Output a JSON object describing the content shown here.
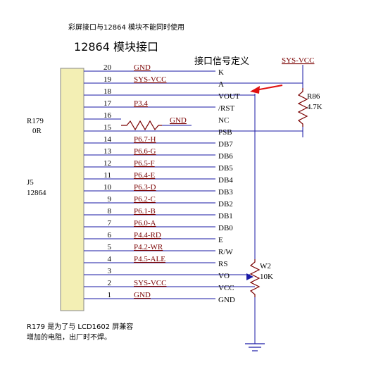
{
  "header": {
    "note": "彩屏接口与12864 模块不能同时使用",
    "title": "12864 模块接口",
    "interface_title": "接口信号定义"
  },
  "connector": {
    "ref": "J5",
    "value": "12864",
    "pins": [
      {
        "num": "20",
        "net": "GND",
        "signal": "K"
      },
      {
        "num": "19",
        "net": "SYS-VCC",
        "signal": "A"
      },
      {
        "num": "18",
        "net": "",
        "signal": "VOUT"
      },
      {
        "num": "17",
        "net": "P3.4",
        "signal": "/RST"
      },
      {
        "num": "16",
        "net": "",
        "signal": "NC"
      },
      {
        "num": "15",
        "net": "",
        "signal": "PSB"
      },
      {
        "num": "14",
        "net": "P6.7-H",
        "signal": "DB7"
      },
      {
        "num": "13",
        "net": "P6.6-G",
        "signal": "DB6"
      },
      {
        "num": "12",
        "net": "P6.5-F",
        "signal": "DB5"
      },
      {
        "num": "11",
        "net": "P6.4-E",
        "signal": "DB4"
      },
      {
        "num": "10",
        "net": "P6.3-D",
        "signal": "DB3"
      },
      {
        "num": "9",
        "net": "P6.2-C",
        "signal": "DB2"
      },
      {
        "num": "8",
        "net": "P6.1-B",
        "signal": "DB1"
      },
      {
        "num": "7",
        "net": "P6.0-A",
        "signal": "DB0"
      },
      {
        "num": "6",
        "net": "P4.4-RD",
        "signal": "E"
      },
      {
        "num": "5",
        "net": "P4.2-WR",
        "signal": "R/W"
      },
      {
        "num": "4",
        "net": "P4.5-ALE",
        "signal": "RS"
      },
      {
        "num": "3",
        "net": "",
        "signal": "VO"
      },
      {
        "num": "2",
        "net": "SYS-VCC",
        "signal": "VCC"
      },
      {
        "num": "1",
        "net": "GND",
        "signal": "GND"
      }
    ]
  },
  "components": {
    "r179_ref": "R179",
    "r179_value": "0R",
    "r179_gnd": "GND",
    "r86_ref": "R86",
    "r86_value": "4.7K",
    "vcc_label": "SYS-VCC",
    "w2_ref": "W2",
    "w2_value": "10K"
  },
  "footnote": {
    "line1": "R179 是为了与 LCD1602 屏兼容",
    "line2": "增加的电阻，出厂时不焊。"
  },
  "colors": {
    "wire": "#1a1aa6",
    "net_label": "#7a0000",
    "connector_fill": "#f3efb4",
    "connector_stroke": "#8a8a8a",
    "resistor": "#7a0000",
    "arrow": "#e01010"
  }
}
